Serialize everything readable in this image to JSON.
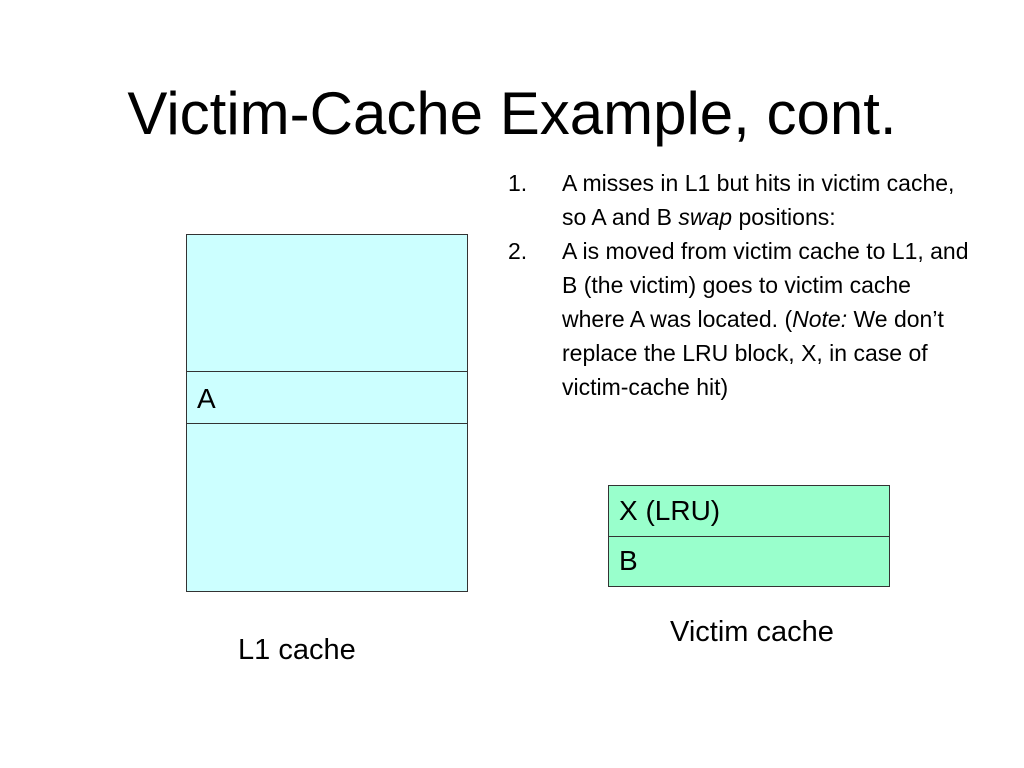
{
  "title": "Victim-Cache Example, cont.",
  "notes": [
    {
      "number": "1.",
      "segments": [
        {
          "text": "A misses in L1 but hits in victim cache, so A and B ",
          "italic": false
        },
        {
          "text": "swap",
          "italic": true
        },
        {
          "text": " positions:",
          "italic": false
        }
      ]
    },
    {
      "number": "2.",
      "segments": [
        {
          "text": "A is moved from victim cache to L1, and B (the victim) goes to victim cache where A was located.  (",
          "italic": false
        },
        {
          "text": "Note:",
          "italic": true
        },
        {
          "text": " We don’t replace the LRU block, X, in case of victim-cache hit)",
          "italic": false
        }
      ]
    }
  ],
  "l1_cache": {
    "caption": "L1 cache",
    "fill_color": "#ccffff",
    "block_label": "A"
  },
  "victim_cache": {
    "caption": "Victim cache",
    "fill_color": "#99ffcc",
    "blocks": [
      "X (LRU)",
      "B"
    ]
  }
}
